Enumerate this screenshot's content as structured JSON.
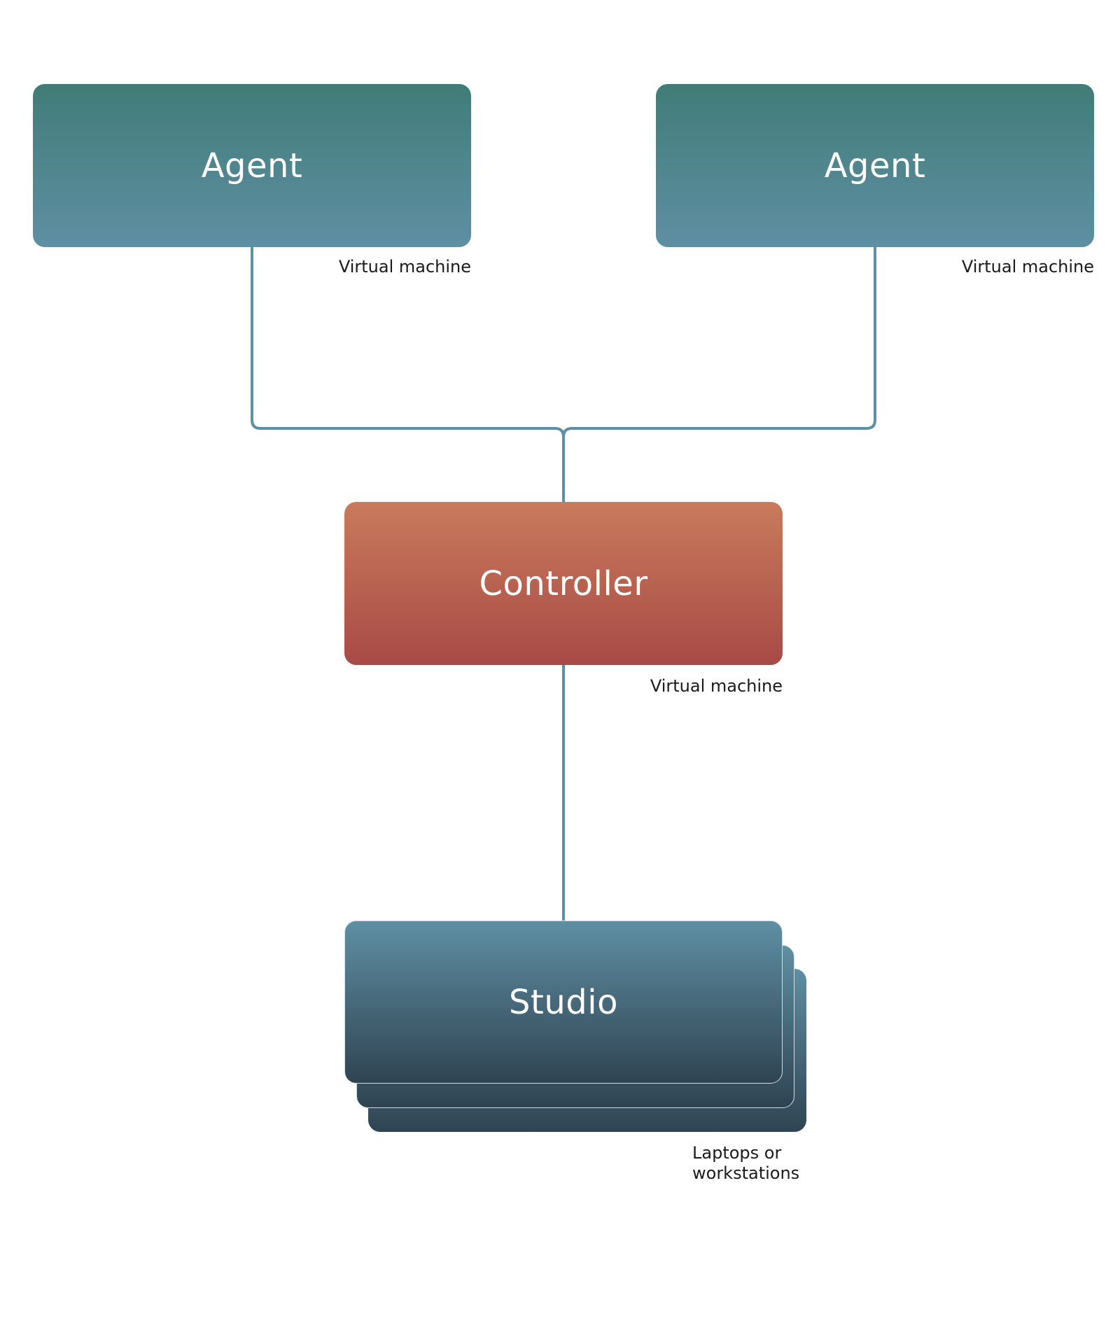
{
  "nodes": {
    "agent_left": {
      "label": "Agent",
      "caption": "Virtual machine"
    },
    "agent_right": {
      "label": "Agent",
      "caption": "Virtual machine"
    },
    "controller": {
      "label": "Controller",
      "caption": "Virtual machine"
    },
    "studio": {
      "label": "Studio",
      "caption": "Laptops or\nworkstations"
    }
  },
  "colors": {
    "connector": "#5f8fa3",
    "agent_top": "#417c78",
    "agent_bottom": "#5f8fa3",
    "controller_top": "#c97b5c",
    "controller_bottom": "#a84a46",
    "studio_top": "#5f8fa3",
    "studio_bottom": "#2f4452",
    "caption_text": "#1a1a1a"
  }
}
